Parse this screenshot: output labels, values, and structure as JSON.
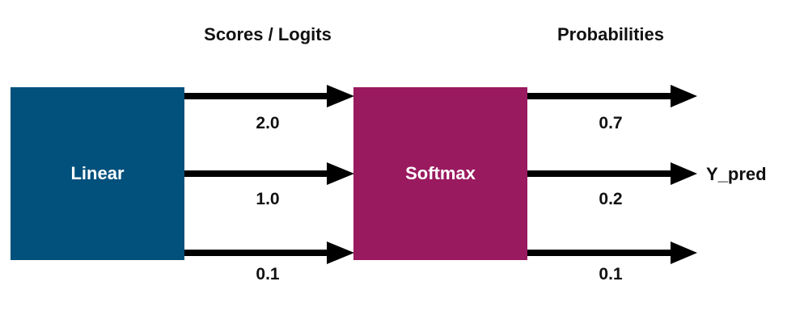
{
  "headers": {
    "scores": "Scores / Logits",
    "probabilities": "Probabilities"
  },
  "blocks": {
    "linear": {
      "label": "Linear",
      "color": "#02507c"
    },
    "softmax": {
      "label": "Softmax",
      "color": "#9a1a5f"
    }
  },
  "logits": [
    "2.0",
    "1.0",
    "0.1"
  ],
  "probabilities": [
    "0.7",
    "0.2",
    "0.1"
  ],
  "output": "Y_pred"
}
